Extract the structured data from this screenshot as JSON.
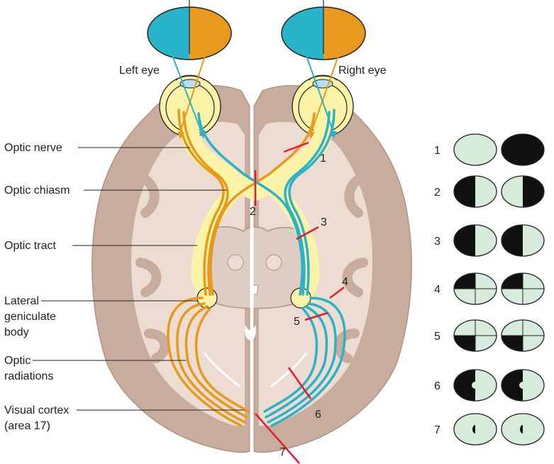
{
  "eyes": {
    "left_label": "Left eye",
    "right_label": "Right eye"
  },
  "structures": [
    {
      "key": "optic_nerve",
      "label": "Optic nerve"
    },
    {
      "key": "optic_chiasm",
      "label": "Optic chiasm"
    },
    {
      "key": "optic_tract",
      "label": "Optic tract"
    },
    {
      "key": "lgb",
      "label_lines": [
        "Lateral",
        "geniculate",
        "body"
      ]
    },
    {
      "key": "optic_radiations",
      "label_lines": [
        "Optic",
        "radiations"
      ]
    },
    {
      "key": "visual_cortex",
      "label_lines": [
        "Visual cortex",
        "(area 17)"
      ]
    }
  ],
  "lesion_markers": [
    "1",
    "2",
    "3",
    "4",
    "5",
    "6",
    "7"
  ],
  "field_defects": [
    {
      "number": "1",
      "left": "normal",
      "right": "blind"
    },
    {
      "number": "2",
      "left": "temporal hemianopia",
      "right": "temporal hemianopia"
    },
    {
      "number": "3",
      "left": "left hemianopia",
      "right": "left hemianopia"
    },
    {
      "number": "4",
      "left": "upper-left quadrant loss",
      "right": "upper-left quadrant loss"
    },
    {
      "number": "5",
      "left": "lower-left quadrant loss",
      "right": "lower-left quadrant loss"
    },
    {
      "number": "6",
      "left": "left hemianopia with macular sparing",
      "right": "left hemianopia with macular sparing"
    },
    {
      "number": "7",
      "left": "small central scotoma",
      "right": "small central scotoma"
    }
  ],
  "colors": {
    "brain_outer": "#c8ad9e",
    "brain_inner": "#eddcd1",
    "brainstem": "#ddcdc3",
    "pathway_left": "#e69a1c",
    "pathway_right": "#2bb2c7",
    "pathway_sheath": "#fbf3a8",
    "lesion": "#e6192d",
    "field_normal": "#d6ebdc",
    "field_blind": "#111111"
  }
}
